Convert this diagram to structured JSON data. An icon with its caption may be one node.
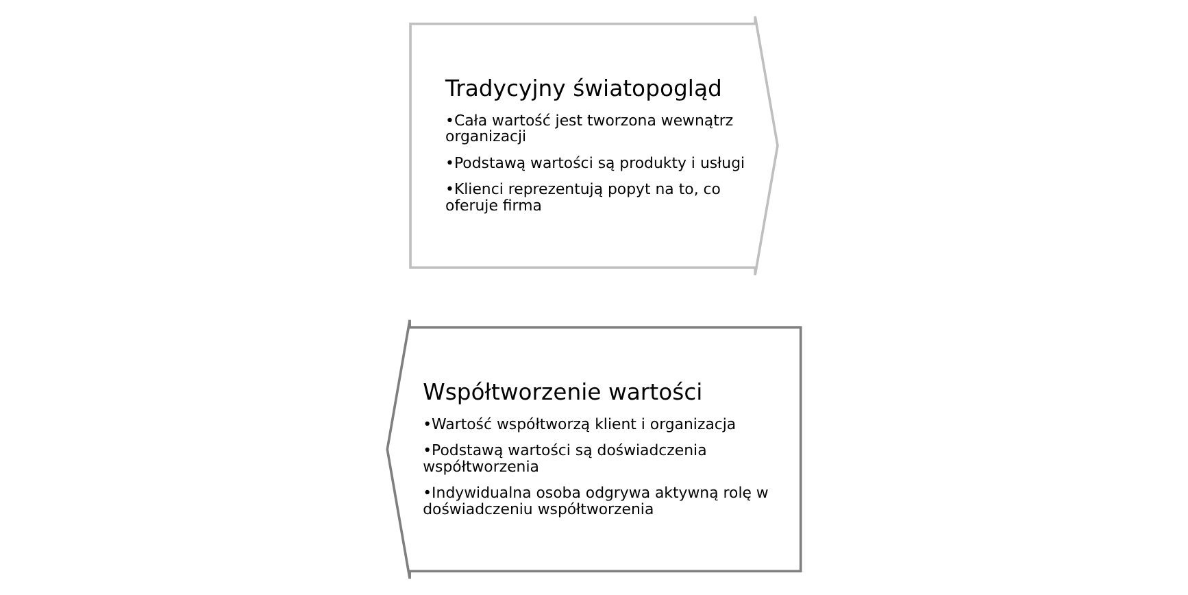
{
  "diagram": {
    "nodes": [
      {
        "text": [
          "Tradycyjny światopogląd",
          "•Cała wartość jest tworzona wewnątrz organizacji",
          "•Podstawą wartości są produkty i usługi",
          "•Klienci reprezentują popyt na to, co oferuje firma"
        ]
      },
      {
        "text": [
          "Współtworzenie wartości",
          "•Wartość współtworzą klient i organizacja",
          "•Podstawą wartości są doświadczenia współtworzenia",
          "•Indywidualna osoba odgrywa aktywną rolę w doświadczeniu współtworzenia"
        ]
      }
    ],
    "edges": []
  }
}
